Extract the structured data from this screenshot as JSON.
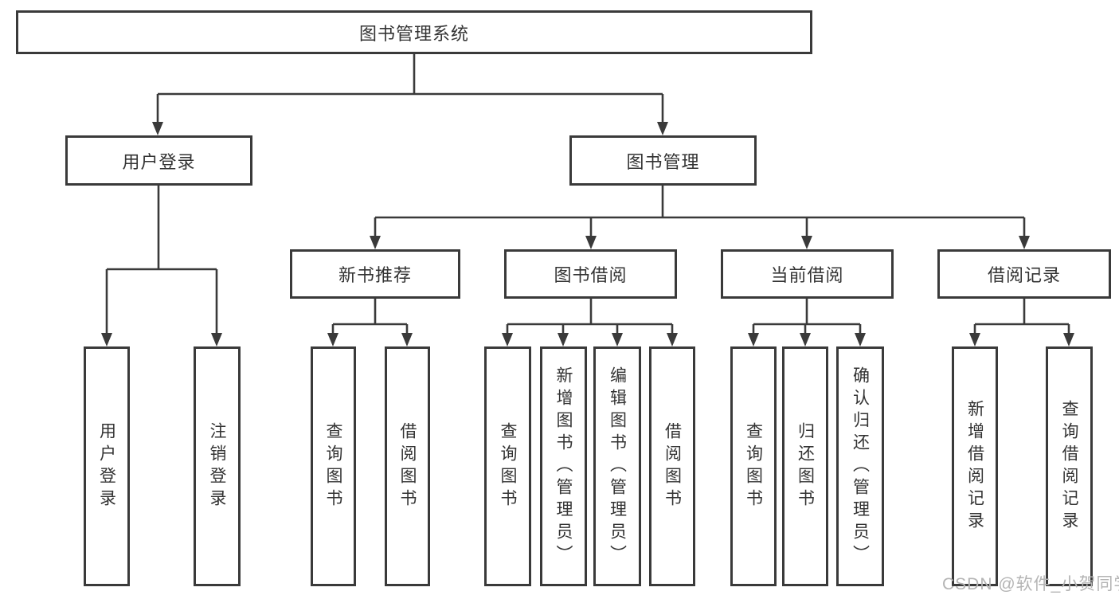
{
  "diagram_type": "hierarchy",
  "colors": {
    "line": "#3a3a3a",
    "border": "#3a3a3a",
    "text": "#333333",
    "background": "#ffffff",
    "watermark": "#b4b4b4"
  },
  "tree": {
    "label": "图书管理系统",
    "children": [
      {
        "label": "用户登录",
        "children": [
          {
            "label": "用户登录"
          },
          {
            "label": "注销登录"
          }
        ]
      },
      {
        "label": "图书管理",
        "children": [
          {
            "label": "新书推荐",
            "children": [
              {
                "label": "查询图书"
              },
              {
                "label": "借阅图书"
              }
            ]
          },
          {
            "label": "图书借阅",
            "children": [
              {
                "label": "查询图书"
              },
              {
                "label": "新增图书（管理员）"
              },
              {
                "label": "编辑图书（管理员）"
              },
              {
                "label": "借阅图书"
              }
            ]
          },
          {
            "label": "当前借阅",
            "children": [
              {
                "label": "查询图书"
              },
              {
                "label": "归还图书"
              },
              {
                "label": "确认归还（管理员）"
              }
            ]
          },
          {
            "label": "借阅记录",
            "children": [
              {
                "label": "新增借阅记录"
              },
              {
                "label": "查询借阅记录"
              }
            ]
          }
        ]
      }
    ]
  },
  "watermark": "CSDN @软件_小贺同学"
}
